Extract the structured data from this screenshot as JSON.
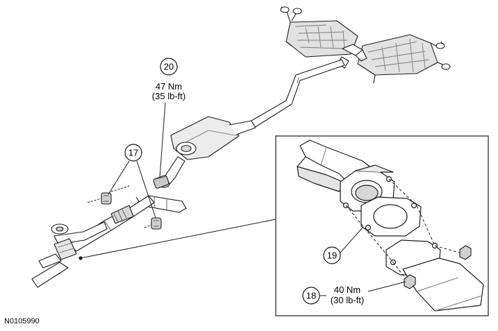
{
  "figure_id": "N0105990",
  "callouts": {
    "c20": {
      "number": "20",
      "torque_nm": "47 Nm",
      "torque_lbft": "(35 lb-ft)"
    },
    "c17": {
      "number": "17"
    },
    "c19": {
      "number": "19"
    },
    "c18": {
      "number": "18",
      "torque_nm": "40 Nm",
      "torque_lbft": "(30 lb-ft)"
    }
  },
  "colors": {
    "line": "#1a1a1a",
    "part_fill": "#ffffff",
    "muffler_fill": "#e2e2e2",
    "shade": "#9a9a9a"
  }
}
